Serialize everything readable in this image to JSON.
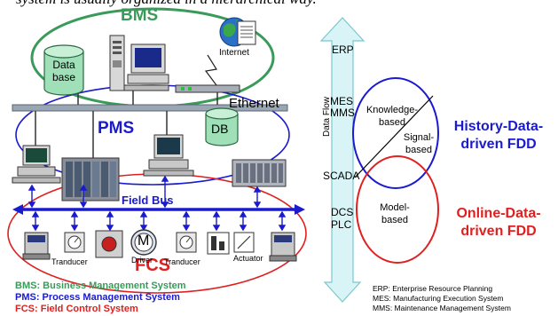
{
  "top_caption": "system is usually organized in a hierarchical way.",
  "layers": {
    "bms": {
      "title": "BMS",
      "color": "#3a9a5a"
    },
    "pms": {
      "title": "PMS",
      "color": "#1a1ad0"
    },
    "fcs": {
      "title": "FCS",
      "color": "#e02020"
    }
  },
  "bms_nodes": {
    "database": "Data base",
    "internet": "Internet"
  },
  "ethernet_label": "Ethernet",
  "db_label": "DB",
  "fieldbus_label": "Field Bus",
  "field_devices": {
    "tranducer1": "Tranducer",
    "driver": "Driver",
    "tranducer2": "Tranducer",
    "actuator": "Actuator",
    "motor_symbol": "M"
  },
  "legend_left": [
    {
      "text": "BMS:  Business Management System",
      "color": "#3a9a5a"
    },
    {
      "text": "PMS:  Process Management System",
      "color": "#1a1ad0"
    },
    {
      "text": "FCS:   Field Control System",
      "color": "#e02020"
    }
  ],
  "pyramid_levels": [
    "ERP",
    "MES",
    "MMS",
    "SCADA",
    "DCS",
    "PLC"
  ],
  "data_flow_label": "Data Flow",
  "fdd_approaches": {
    "knowledge": "Knowledge-based",
    "signal": "Signal-based",
    "model": "Model-based"
  },
  "history_fdd": {
    "text": "History-Data-driven FDD",
    "color": "#1a1ad0"
  },
  "online_fdd": {
    "text": "Online-Data-driven FDD",
    "color": "#e02020"
  },
  "legend_right": [
    "ERP:  Enterprise Resource Planning",
    "MES:  Manufacturing Execution System",
    "MMS:  Maintenance Management System"
  ]
}
